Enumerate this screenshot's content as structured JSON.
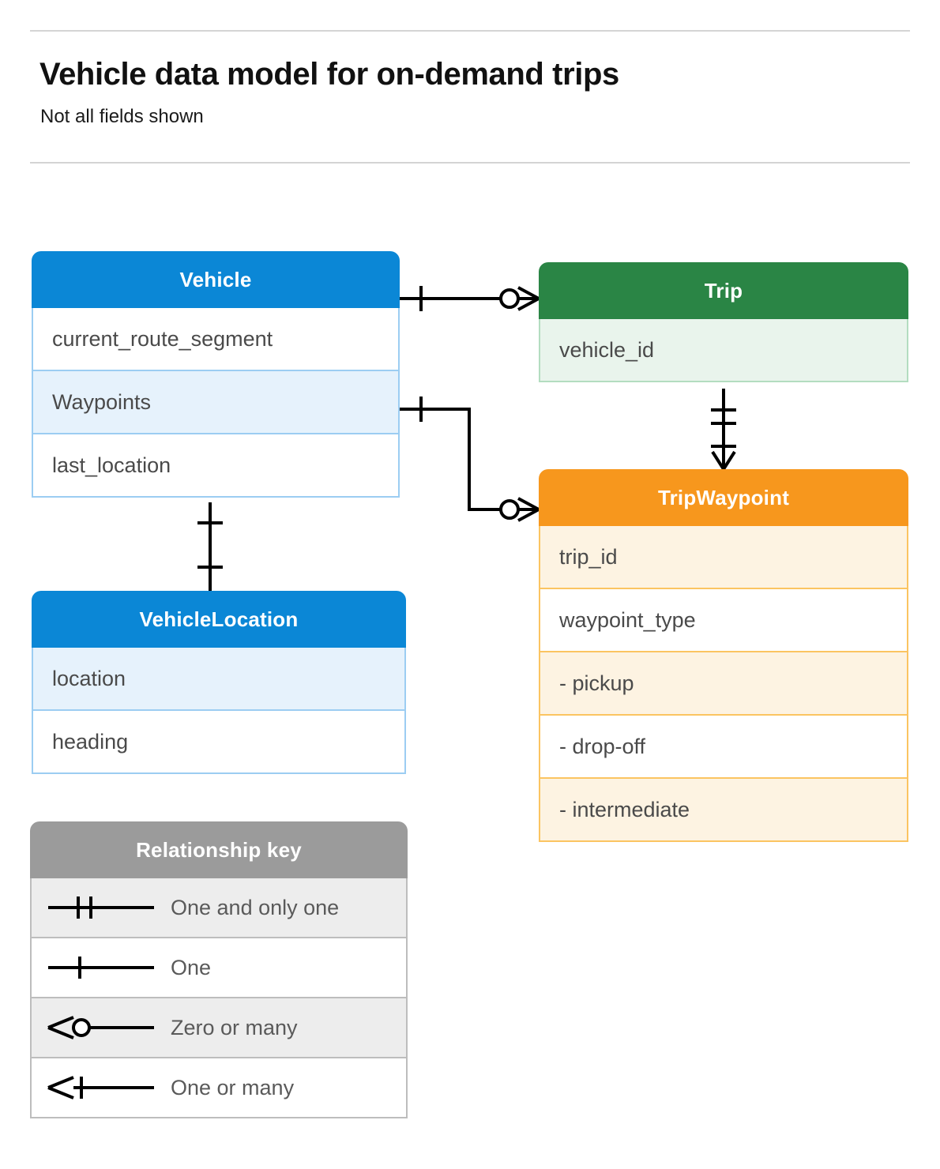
{
  "header": {
    "title": "Vehicle data model for on-demand trips",
    "subtitle": "Not all fields shown"
  },
  "colors": {
    "vehicle": "#0b87d6",
    "trip": "#2a8545",
    "tripwaypoint": "#f7971d",
    "legend": "#9b9b9b",
    "connector": "#000000",
    "rule": "#d4d4d4"
  },
  "entities": {
    "vehicle": {
      "title": "Vehicle",
      "fields": [
        "current_route_segment",
        "Waypoints",
        "last_location"
      ]
    },
    "trip": {
      "title": "Trip",
      "fields": [
        "vehicle_id"
      ]
    },
    "tripwaypoint": {
      "title": "TripWaypoint",
      "fields": [
        "trip_id",
        "waypoint_type",
        "-  pickup",
        "-  drop-off",
        "-  intermediate"
      ]
    },
    "vehiclelocation": {
      "title": "VehicleLocation",
      "fields": [
        "location",
        "heading"
      ]
    }
  },
  "legend": {
    "title": "Relationship key",
    "items": [
      {
        "symbol": "one-and-only-one-symbol",
        "label": "One and only one"
      },
      {
        "symbol": "one-symbol",
        "label": "One"
      },
      {
        "symbol": "zero-or-many-symbol",
        "label": "Zero or many"
      },
      {
        "symbol": "one-or-many-symbol",
        "label": "One or many"
      }
    ]
  },
  "relationships": [
    {
      "from": "Vehicle",
      "to": "Trip",
      "from_cardinality": "One",
      "to_cardinality": "Zero or many"
    },
    {
      "from": "Vehicle.Waypoints",
      "to": "TripWaypoint",
      "from_cardinality": "One",
      "to_cardinality": "Zero or many"
    },
    {
      "from": "Trip",
      "to": "TripWaypoint",
      "from_cardinality": "One and only one",
      "to_cardinality": "One or many"
    },
    {
      "from": "Vehicle",
      "to": "VehicleLocation",
      "from_cardinality": "One",
      "to_cardinality": "One"
    }
  ]
}
